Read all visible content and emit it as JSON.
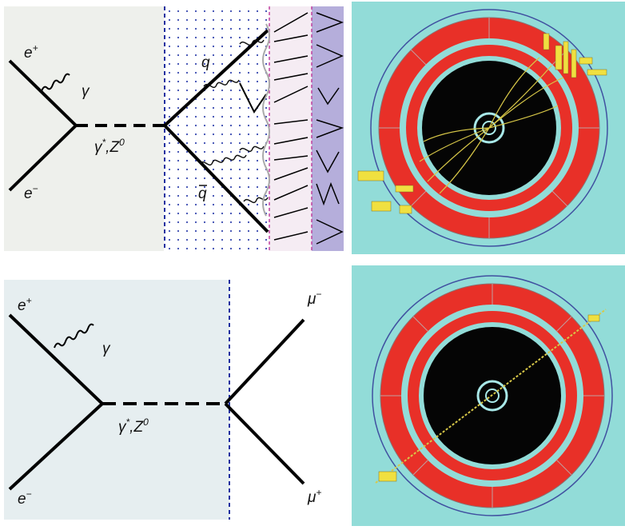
{
  "top_diagram": {
    "label_e_plus": "e",
    "label_e_plus_sup": "+",
    "label_e_minus": "e",
    "label_e_minus_sup": "−",
    "label_gamma": "γ",
    "label_boson": "γ",
    "label_boson_sup": "*",
    "label_boson_z": ",Z",
    "label_boson_z_sup": "0",
    "label_quark": "q",
    "label_antiquark": "q"
  },
  "bottom_diagram": {
    "label_e_plus": "e",
    "label_e_plus_sup": "+",
    "label_e_minus": "e",
    "label_e_minus_sup": "−",
    "label_gamma": "γ",
    "label_boson": "γ",
    "label_boson_sup": "*",
    "label_boson_z": ",Z",
    "label_boson_z_sup": "0",
    "label_mu_minus": "μ",
    "label_mu_minus_sup": "−",
    "label_mu_plus": "μ",
    "label_mu_plus_sup": "+"
  },
  "colors": {
    "diagram_bg_top": "#eef0ec",
    "diagram_bg_bottom": "#e6eef0",
    "hadron_region": "#f5ecf3",
    "detector_region": "#b5aedb",
    "boundary_blue": "#2030a0",
    "boundary_magenta": "#c040a0",
    "detector_teal": "#92dcd8",
    "calorimeter_red": "#e83028",
    "tracker_black": "#050505",
    "track_yellow": "#e8d838"
  }
}
